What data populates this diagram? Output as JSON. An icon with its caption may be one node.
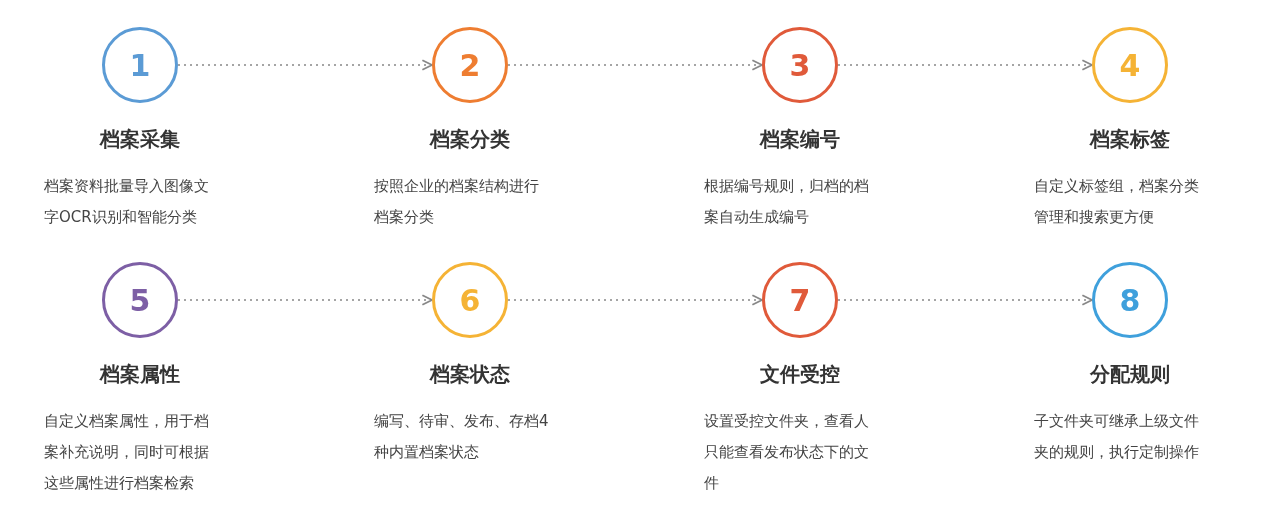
{
  "diagram": {
    "nodes": [
      {
        "text": [
          "1"
        ],
        "beside": [
          "档案采集",
          "档案资料批量导入图像文字OCR识别和智能分类"
        ]
      },
      {
        "text": [
          "2"
        ],
        "beside": [
          "档案分类",
          "按照企业的档案结构进行档案分类"
        ]
      },
      {
        "text": [
          "3"
        ],
        "beside": [
          "档案编号",
          "根据编号规则，归档的档案自动生成编号"
        ]
      },
      {
        "text": [
          "4"
        ],
        "beside": [
          "档案标签",
          "自定义标签组，档案分类管理和搜索更方便"
        ]
      },
      {
        "text": [
          "5"
        ],
        "beside": [
          "档案属性",
          "自定义档案属性，用于档案补充说明，同时可根据这些属性进行档案检索"
        ]
      },
      {
        "text": [
          "6"
        ],
        "beside": [
          "档案状态",
          "编写、待审、发布、存档4种内置档案状态"
        ]
      },
      {
        "text": [
          "7"
        ],
        "beside": [
          "文件受控",
          "设置受控文件夹，查看人只能查看发布状态下的文件"
        ]
      },
      {
        "text": [
          "8"
        ],
        "beside": [
          "分配规则",
          "子文件夹可继承上级文件夹的规则，执行定制操作"
        ]
      }
    ],
    "edges": [
      {
        "from": 0,
        "to": 1,
        "arrow": "to",
        "style": "dashed"
      },
      {
        "from": 1,
        "to": 2,
        "arrow": "to",
        "style": "dashed"
      },
      {
        "from": 2,
        "to": 3,
        "arrow": "to",
        "style": "dashed"
      },
      {
        "from": 4,
        "to": 5,
        "arrow": "to",
        "style": "dashed"
      },
      {
        "from": 5,
        "to": 6,
        "arrow": "to",
        "style": "dashed"
      },
      {
        "from": 6,
        "to": 7,
        "arrow": "to",
        "style": "dashed"
      }
    ]
  }
}
